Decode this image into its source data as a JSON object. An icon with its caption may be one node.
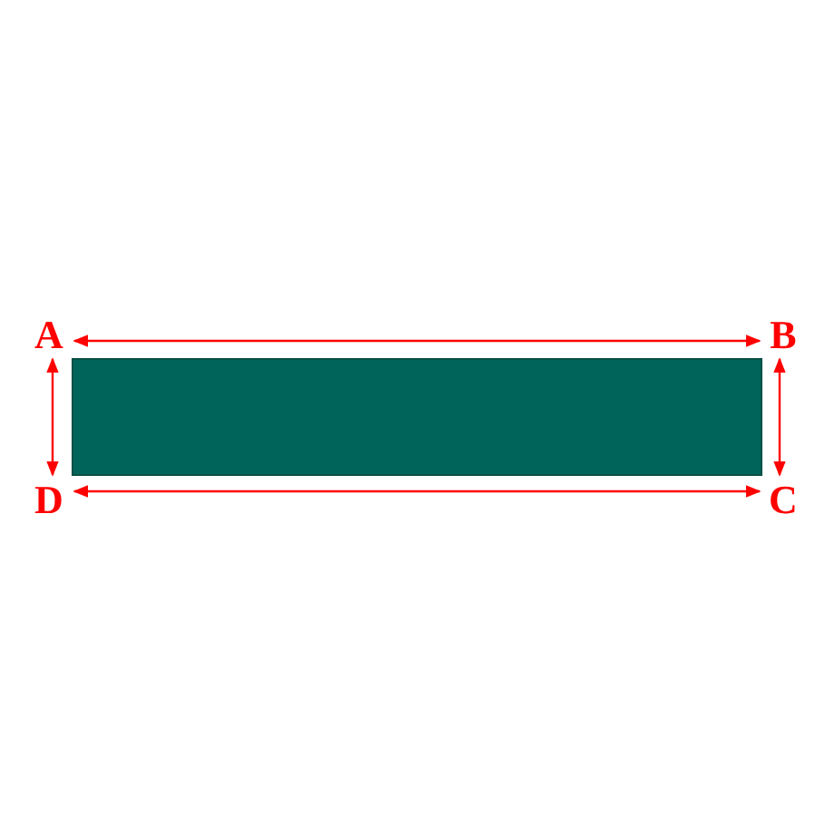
{
  "diagram": {
    "labels": [
      "A",
      "B",
      "D",
      "C"
    ]
  }
}
